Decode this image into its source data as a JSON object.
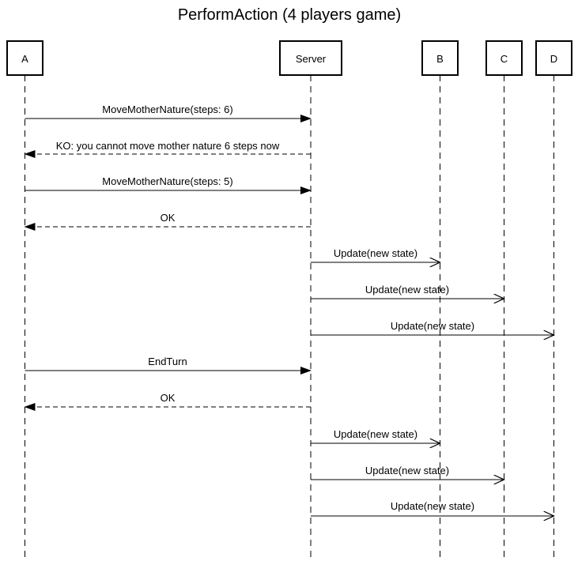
{
  "title": "PerformAction (4 players game)",
  "participants": [
    {
      "id": "A",
      "label": "A"
    },
    {
      "id": "Server",
      "label": "Server"
    },
    {
      "id": "B",
      "label": "B"
    },
    {
      "id": "C",
      "label": "C"
    },
    {
      "id": "D",
      "label": "D"
    }
  ],
  "messages": [
    {
      "from": "A",
      "to": "Server",
      "label": "MoveMotherNature(steps: 6)",
      "kind": "call"
    },
    {
      "from": "Server",
      "to": "A",
      "label": "KO: you cannot move mother nature 6 steps now",
      "kind": "return"
    },
    {
      "from": "A",
      "to": "Server",
      "label": "MoveMotherNature(steps: 5)",
      "kind": "call"
    },
    {
      "from": "Server",
      "to": "A",
      "label": "OK",
      "kind": "return"
    },
    {
      "from": "Server",
      "to": "B",
      "label": "Update(new state)",
      "kind": "async"
    },
    {
      "from": "Server",
      "to": "C",
      "label": "Update(new state)",
      "kind": "async"
    },
    {
      "from": "Server",
      "to": "D",
      "label": "Update(new state)",
      "kind": "async"
    },
    {
      "from": "A",
      "to": "Server",
      "label": "EndTurn",
      "kind": "call"
    },
    {
      "from": "Server",
      "to": "A",
      "label": "OK",
      "kind": "return"
    },
    {
      "from": "Server",
      "to": "B",
      "label": "Update(new state)",
      "kind": "async"
    },
    {
      "from": "Server",
      "to": "C",
      "label": "Update(new state)",
      "kind": "async"
    },
    {
      "from": "Server",
      "to": "D",
      "label": "Update(new state)",
      "kind": "async"
    }
  ]
}
